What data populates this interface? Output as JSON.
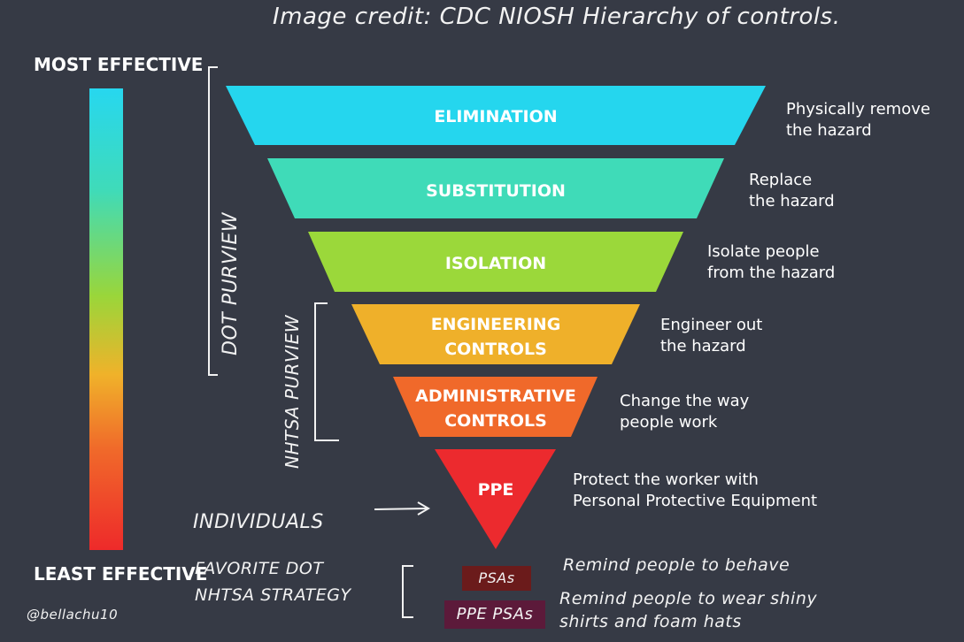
{
  "credit": "Image credit: CDC NIOSH Hierarchy of controls.",
  "scale": {
    "top_label": "MOST EFFECTIVE",
    "bottom_label": "LEAST EFFECTIVE",
    "colors": [
      "#27d7ef",
      "#3fdbb9",
      "#9ad63a",
      "#f0b22a",
      "#f06a2a",
      "#ee2a2a"
    ]
  },
  "levels": [
    {
      "lines": [
        "ELIMINATION"
      ],
      "description": [
        "Physically remove",
        "the hazard"
      ],
      "color": "#25d6ee"
    },
    {
      "lines": [
        "SUBSTITUTION"
      ],
      "description": [
        "Replace",
        "the hazard"
      ],
      "color": "#3fdbb8"
    },
    {
      "lines": [
        "ISOLATION"
      ],
      "description": [
        "Isolate people",
        "from the hazard"
      ],
      "color": "#9bd83a"
    },
    {
      "lines": [
        "ENGINEERING",
        "CONTROLS"
      ],
      "description": [
        "Engineer out",
        "the hazard"
      ],
      "color": "#efb02a"
    },
    {
      "lines": [
        "ADMINISTRATIVE",
        "CONTROLS"
      ],
      "description": [
        "Change the way",
        "people work"
      ],
      "color": "#f0692a"
    },
    {
      "lines": [
        "PPE"
      ],
      "description": [
        "Protect the worker with",
        "Personal Protective Equipment"
      ],
      "color": "#ec2a2e"
    }
  ],
  "annotations": {
    "dot_purview": "DOT PURVIEW",
    "nhtsa_purview": "NHTSA PURVIEW",
    "individuals": "INDIVIDUALS",
    "strategy_line1": "FAVORITE DOT",
    "strategy_line2": "NHTSA STRATEGY",
    "handle": "@bellachu10"
  },
  "strategies": [
    {
      "label": "PSAs",
      "note": [
        "Remind people to behave"
      ]
    },
    {
      "label": "PPE PSAs",
      "note": [
        "Remind people to wear shiny",
        "shirts and foam hats"
      ]
    }
  ]
}
